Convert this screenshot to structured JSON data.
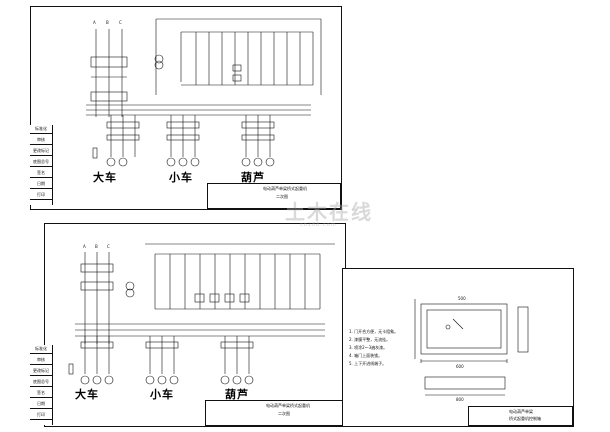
{
  "sheet_top": {
    "phase_labels": [
      "A",
      "B",
      "C"
    ],
    "sections": [
      "大车",
      "小车",
      "葫芦"
    ],
    "side_cells": [
      "标准化",
      "审核",
      "更改标记",
      "底图总号",
      "签名",
      "日期",
      "打印"
    ],
    "title_block": {
      "title": "电动葫芦单梁桥式起重机",
      "subtitle": "二次图"
    }
  },
  "sheet_bottom": {
    "phase_labels": [
      "A",
      "B",
      "C"
    ],
    "sections": [
      "大车",
      "小车",
      "葫芦"
    ],
    "side_cells": [
      "标准化",
      "审核",
      "更改标记",
      "底图总号",
      "签名",
      "日期",
      "打印"
    ],
    "title_block": {
      "title": "电动葫芦单梁桥式起重机",
      "subtitle": "二次图"
    }
  },
  "sheet_right": {
    "notes": [
      "1. 门开合方便，无卡阻象。",
      "2. 漆膜平整，无流挂。",
      "3. 喷涂2～3遍灰漆。",
      "4. 箱门上面装锁。",
      "5. 上下开进线端子。"
    ],
    "title_block": {
      "title": "电动葫芦单梁",
      "subtitle": "桥式起重机控制箱"
    },
    "dims": [
      "600",
      "800",
      "500"
    ]
  },
  "watermark": {
    "text": "土木在线",
    "sub": "co188.com"
  },
  "colors": {
    "ink": "#111111",
    "watermark": "#aaaaaa",
    "paper": "#ffffff"
  }
}
